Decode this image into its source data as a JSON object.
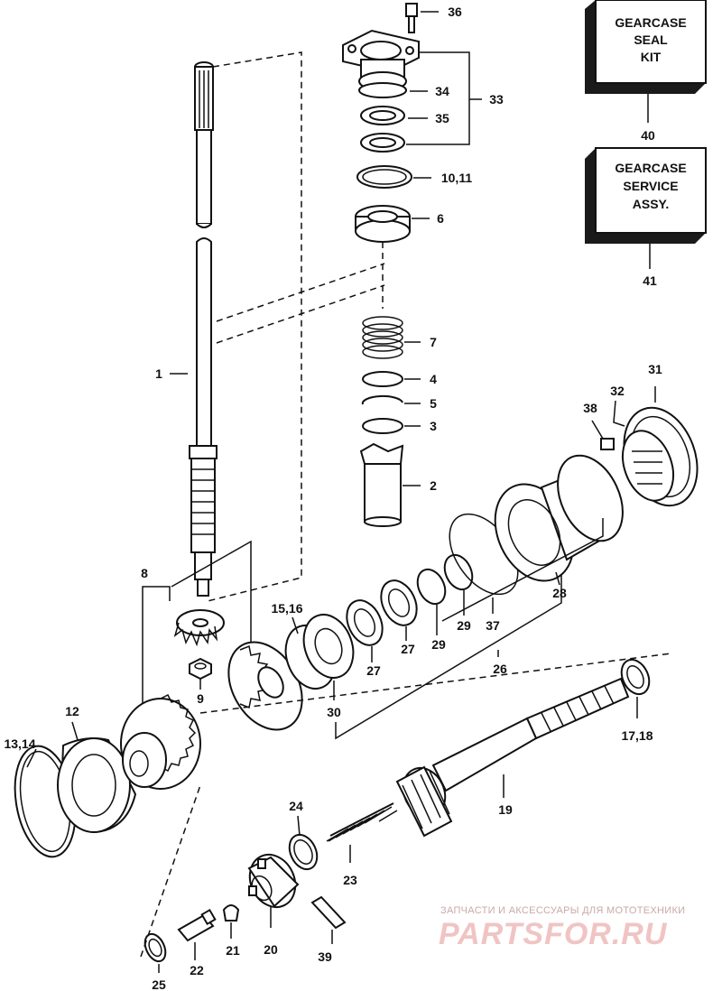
{
  "kits": {
    "seal_kit": {
      "line1": "GEARCASE",
      "line2": "SEAL",
      "line3": "KIT",
      "ref": "40"
    },
    "service_assy": {
      "line1": "GEARCASE",
      "line2": "SERVICE",
      "line3": "ASSY.",
      "ref": "41"
    }
  },
  "labels": {
    "p1": "1",
    "p2": "2",
    "p3": "3",
    "p4": "4",
    "p5": "5",
    "p6": "6",
    "p7": "7",
    "p8": "8",
    "p9": "9",
    "p10_11": "10,11",
    "p12": "12",
    "p13_14": "13,14",
    "p15_16": "15,16",
    "p17_18": "17,18",
    "p19": "19",
    "p20": "20",
    "p21": "21",
    "p22": "22",
    "p23": "23",
    "p24": "24",
    "p25": "25",
    "p26": "26",
    "p27a": "27",
    "p27b": "27",
    "p28": "28",
    "p29a": "29",
    "p29b": "29",
    "p30": "30",
    "p31": "31",
    "p32": "32",
    "p33": "33",
    "p34": "34",
    "p35": "35",
    "p36": "36",
    "p37": "37",
    "p38": "38",
    "p39": "39"
  },
  "watermark": {
    "caption": "ЗАПЧАСТИ И АКСЕССУАРЫ ДЛЯ МОТОТЕХНИКИ",
    "brand": "PARTSFOR.RU"
  }
}
